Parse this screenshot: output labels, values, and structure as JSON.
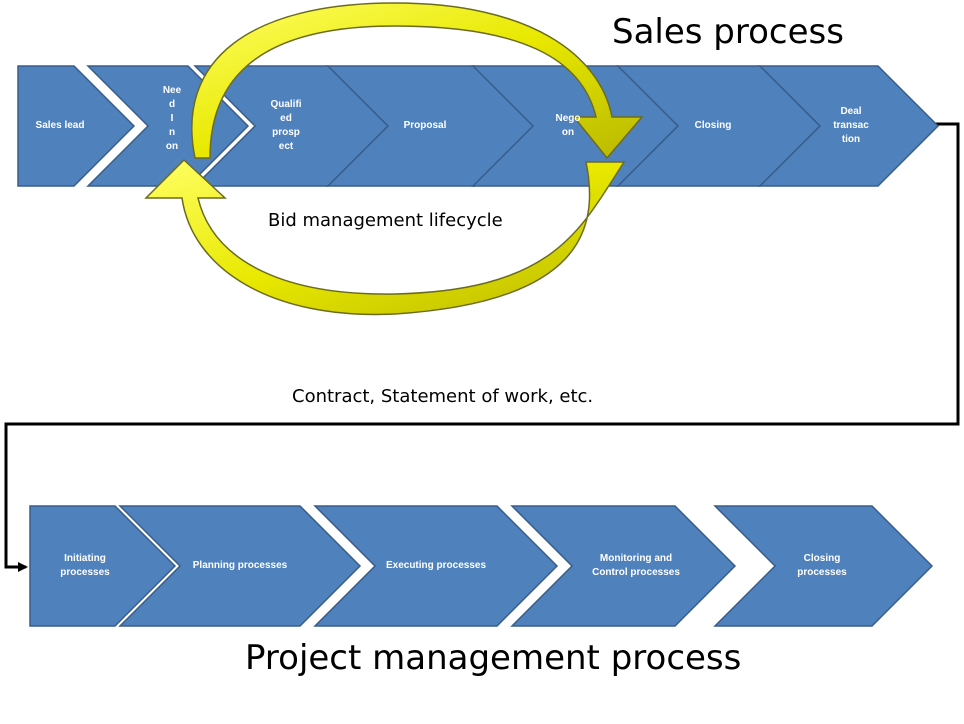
{
  "colors": {
    "chevron_fill": "#4F81BD",
    "chevron_stroke": "#385D8A",
    "arrow_fill": "#E8E800",
    "arrow_stroke": "#6B6B20",
    "connector": "#000000"
  },
  "sales": {
    "title": "Sales process",
    "steps": [
      "Sales lead",
      "Nee\nd\nI\nn\non",
      "Qualifi\ned\nprosp\nect",
      "Proposal",
      "Nego\non",
      "Closing",
      "Deal\ntransac\ntion"
    ]
  },
  "bid": {
    "label": "Bid management lifecycle"
  },
  "connector": {
    "label": "Contract, Statement of work, etc."
  },
  "project": {
    "title": "Project management process",
    "steps": [
      "Initiating\nprocesses",
      "Planning processes",
      "Executing processes",
      "Monitoring and\nControl processes",
      "Closing\nprocesses"
    ]
  }
}
